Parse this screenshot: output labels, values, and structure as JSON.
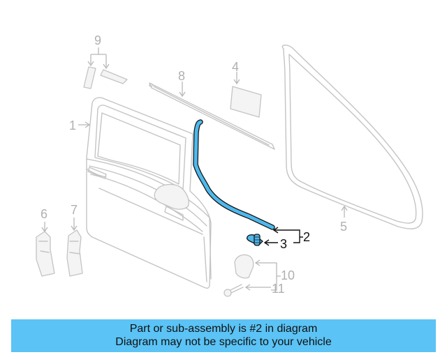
{
  "callouts": {
    "c1": "1",
    "c2": "2",
    "c3": "3",
    "c4": "4",
    "c5": "5",
    "c6": "6",
    "c7": "7",
    "c8": "8",
    "c9": "9",
    "c10": "10",
    "c11": "11"
  },
  "banner": {
    "line1": "Part or sub-assembly is #2 in diagram",
    "line2": "Diagram may not be specific to your vehicle"
  },
  "colors": {
    "highlight": "#5bc3f5",
    "highlight_part": "#4fb8ec",
    "ghost_lines": "#c4c4c4",
    "text_dark": "#111111"
  }
}
